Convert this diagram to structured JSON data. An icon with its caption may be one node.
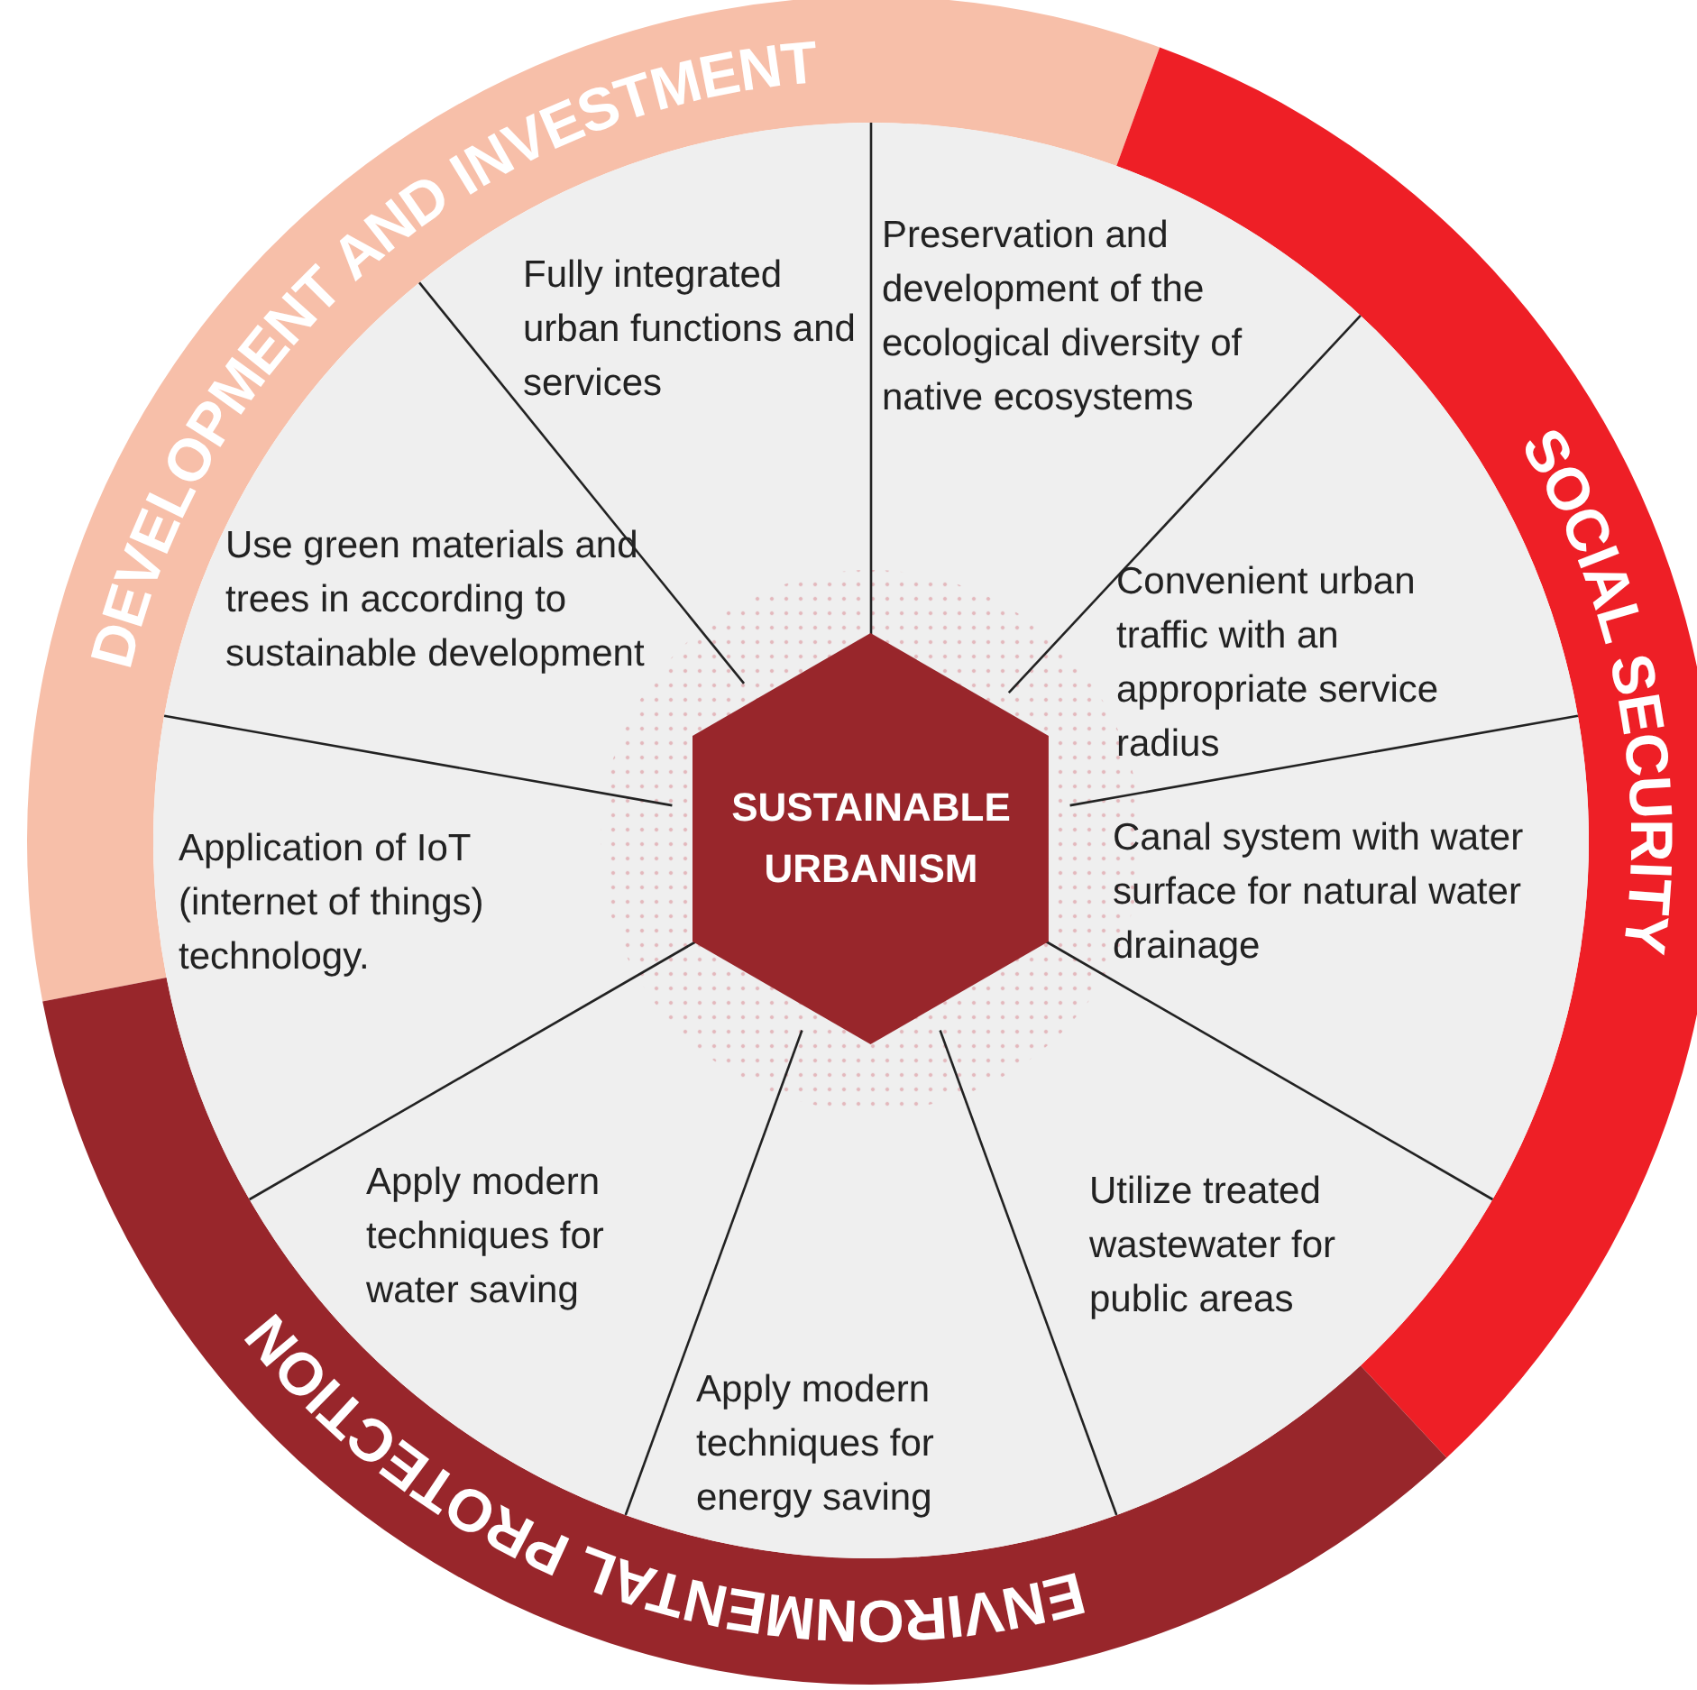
{
  "diagram": {
    "nodes": [
      {
        "text": [
          "DEVELOPMENT AND INVESTMENT"
        ]
      },
      {
        "text": [
          "SOCIAL SECURITY"
        ]
      },
      {
        "text": [
          "ENVIRONMENTAL PROTECTION"
        ]
      },
      {
        "text": [
          "SUSTAINABLE URBANISM"
        ]
      },
      {
        "text": [
          "Fully integrated urban functions and services"
        ]
      },
      {
        "text": [
          "Preservation and development of the ecological diversity of native ecosystems"
        ]
      },
      {
        "text": [
          "Convenient urban traffic with an appropriate service radius"
        ]
      },
      {
        "text": [
          "Canal system with water surface for natural water drainage"
        ]
      },
      {
        "text": [
          "Utilize treated wastewater for public areas"
        ]
      },
      {
        "text": [
          "Apply modern techniques for energy saving"
        ]
      },
      {
        "text": [
          "Apply modern techniques for water saving"
        ]
      },
      {
        "text": [
          "Application of IoT (internet of things) technology."
        ]
      },
      {
        "text": [
          "Use green materials and trees in according to sustainable development"
        ]
      }
    ]
  }
}
